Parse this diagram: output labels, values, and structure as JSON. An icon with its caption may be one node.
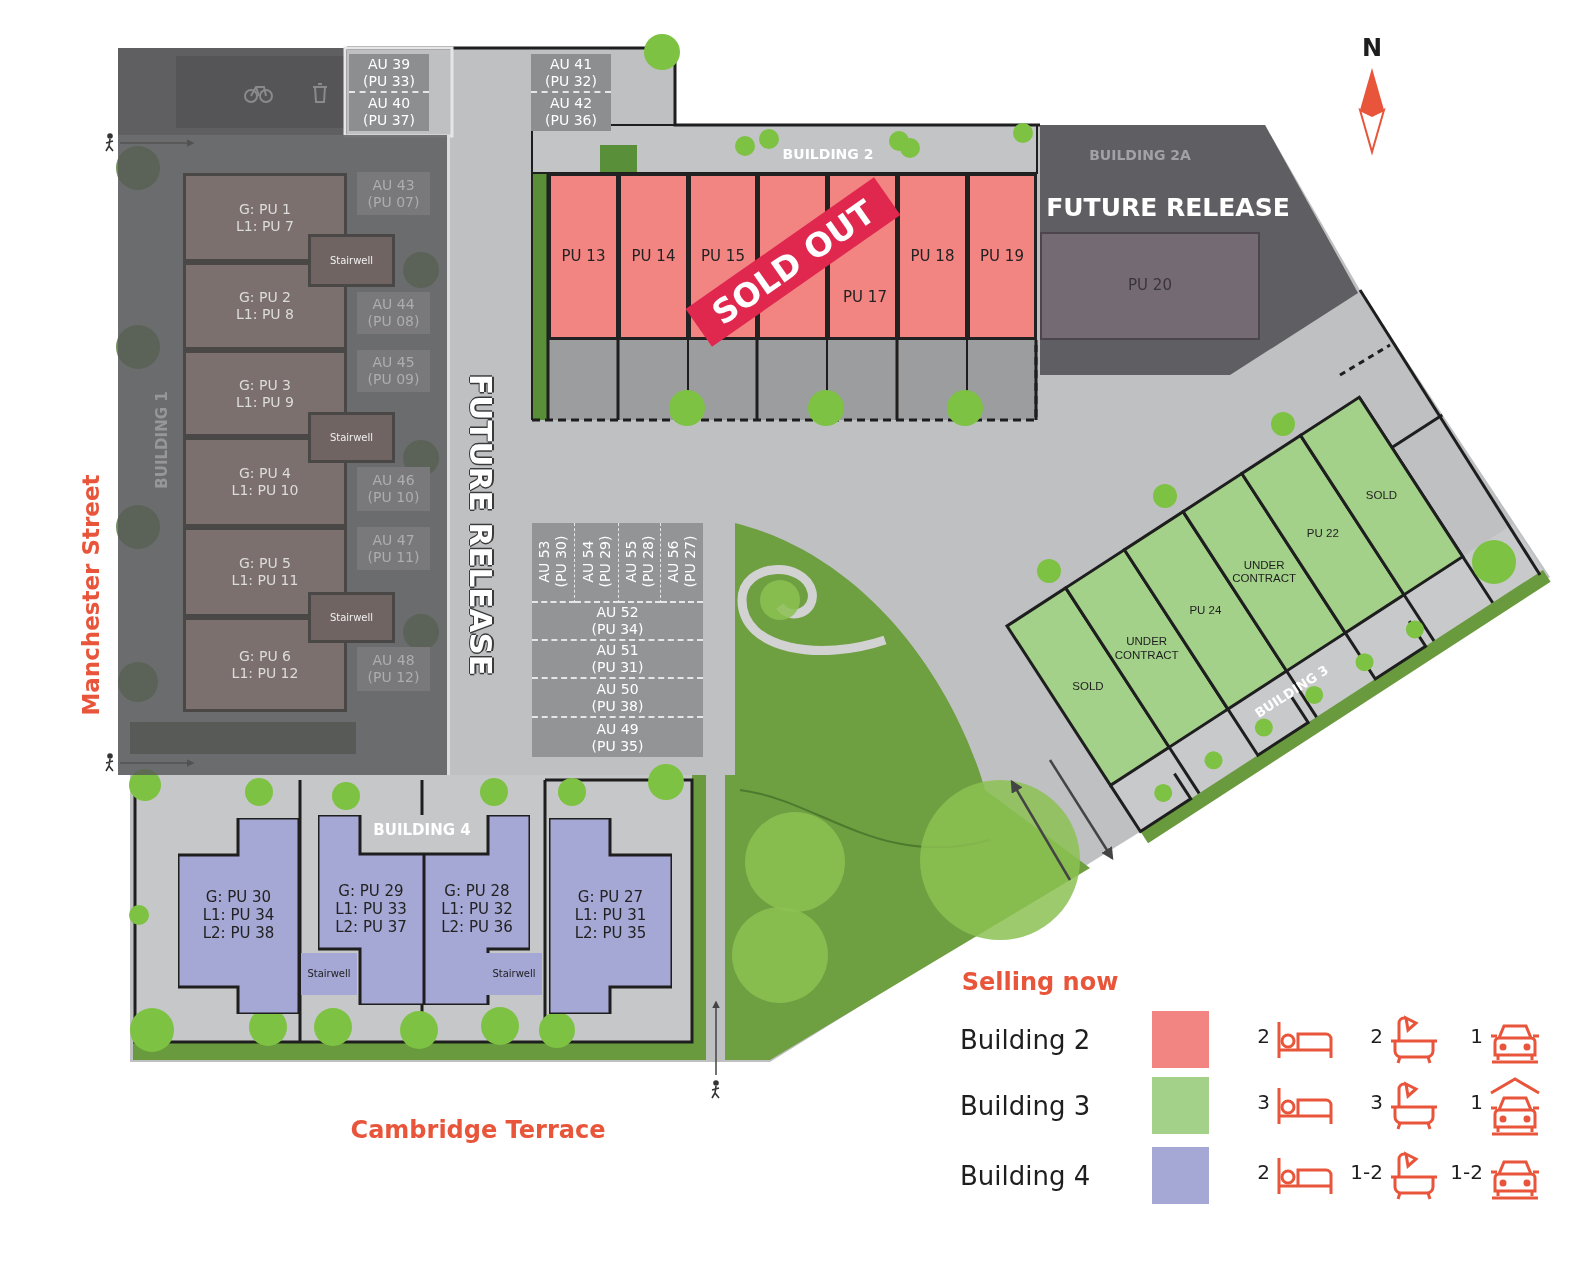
{
  "diagram": {
    "nodes": [
      {
        "text": [
          "AU 39",
          "(PU 33)"
        ]
      },
      {
        "text": [
          "AU 40",
          "(PU 37)"
        ]
      },
      {
        "text": [
          "AU 41",
          "(PU 32)"
        ]
      },
      {
        "text": [
          "AU 42",
          "(PU 36)"
        ]
      },
      {
        "text": [
          "BUILDING 1"
        ]
      },
      {
        "text": [
          "G: PU 1",
          "L1: PU 7"
        ],
        "in": 4
      },
      {
        "text": [
          "AU 43",
          "(PU 07)"
        ],
        "in": 4
      },
      {
        "text": [
          "Stairwell"
        ],
        "in": 4
      },
      {
        "text": [
          "G: PU 2",
          "L1: PU 8"
        ],
        "in": 4
      },
      {
        "text": [
          "AU 44",
          "(PU 08)"
        ],
        "in": 4
      },
      {
        "text": [
          "G: PU 3",
          "L1: PU 9"
        ],
        "in": 4
      },
      {
        "text": [
          "AU 45",
          "(PU 09)"
        ],
        "in": 4
      },
      {
        "text": [
          "Stairwell"
        ],
        "in": 4
      },
      {
        "text": [
          "G: PU 4",
          "L1: PU 10"
        ],
        "in": 4
      },
      {
        "text": [
          "AU 46",
          "(PU 10)"
        ],
        "in": 4
      },
      {
        "text": [
          "G: PU 5",
          "L1: PU 11"
        ],
        "in": 4
      },
      {
        "text": [
          "AU 47",
          "(PU 11)"
        ],
        "in": 4
      },
      {
        "text": [
          "Stairwell"
        ],
        "in": 4
      },
      {
        "text": [
          "G: PU 6",
          "L1: PU 12"
        ],
        "in": 4
      },
      {
        "text": [
          "AU 48",
          "(PU 12)"
        ],
        "in": 4
      },
      {
        "text": [
          "PU 13"
        ]
      },
      {
        "text": [
          "PU 14"
        ]
      },
      {
        "text": [
          "PU 15"
        ]
      },
      {
        "text": [],
        "shape": "box"
      },
      {
        "text": [
          "PU 17"
        ]
      },
      {
        "text": [
          "PU 18"
        ]
      },
      {
        "text": [
          "PU 19"
        ]
      },
      {
        "text": [
          "BUILDING 2A",
          "FUTURE RELEASE"
        ]
      },
      {
        "text": [
          "PU 20"
        ],
        "in": 27
      },
      {
        "text": [
          "AU 53",
          "(PU 30)"
        ]
      },
      {
        "text": [
          "AU 54",
          "(PU 29)"
        ]
      },
      {
        "text": [
          "AU 55",
          "(PU 28)"
        ]
      },
      {
        "text": [
          "AU 56",
          "(PU 27)"
        ]
      },
      {
        "text": [
          "AU 52",
          "(PU 34)"
        ]
      },
      {
        "text": [
          "AU 51",
          "(PU 31)"
        ]
      },
      {
        "text": [
          "AU 50",
          "(PU 38)"
        ]
      },
      {
        "text": [
          "AU 49",
          "(PU 35)"
        ]
      },
      {
        "text": [
          "SOLD"
        ]
      },
      {
        "text": [
          "UNDER CONTRACT"
        ]
      },
      {
        "text": [
          "PU 24"
        ]
      },
      {
        "text": [
          "UNDER CONTRACT"
        ]
      },
      {
        "text": [
          "PU 22"
        ]
      },
      {
        "text": [
          "SOLD"
        ]
      },
      {
        "text": [
          "G: PU 30",
          "L1: PU 34",
          "L2: PU 38"
        ]
      },
      {
        "text": [
          "Stairwell"
        ]
      },
      {
        "text": [
          "G: PU 29",
          "L1: PU 33",
          "L2: PU 37"
        ]
      },
      {
        "text": [
          "G: PU 28",
          "L1: PU 32",
          "L2: PU 36"
        ]
      },
      {
        "text": [
          "Stairwell"
        ]
      },
      {
        "text": [
          "G: PU 27",
          "L1: PU 31",
          "L2: PU 35"
        ]
      }
    ],
    "labels": [
      "N",
      "BUILDING 2",
      "SOLD OUT",
      "Manchester Street",
      "FUTURE RELEASE",
      "BUILDING 3",
      "BUILDING 4",
      "Selling now",
      "Cambridge Terrace",
      "2",
      "2",
      "1",
      "3",
      "3",
      "1",
      "2",
      "1-2",
      "1-2"
    ],
    "legend": [
      {
        "text": "Building 2",
        "color": "#f28482"
      },
      {
        "text": "Building 3",
        "color": "#a3d18a"
      },
      {
        "text": "Building 4",
        "color": "#a5a7d4"
      }
    ]
  }
}
